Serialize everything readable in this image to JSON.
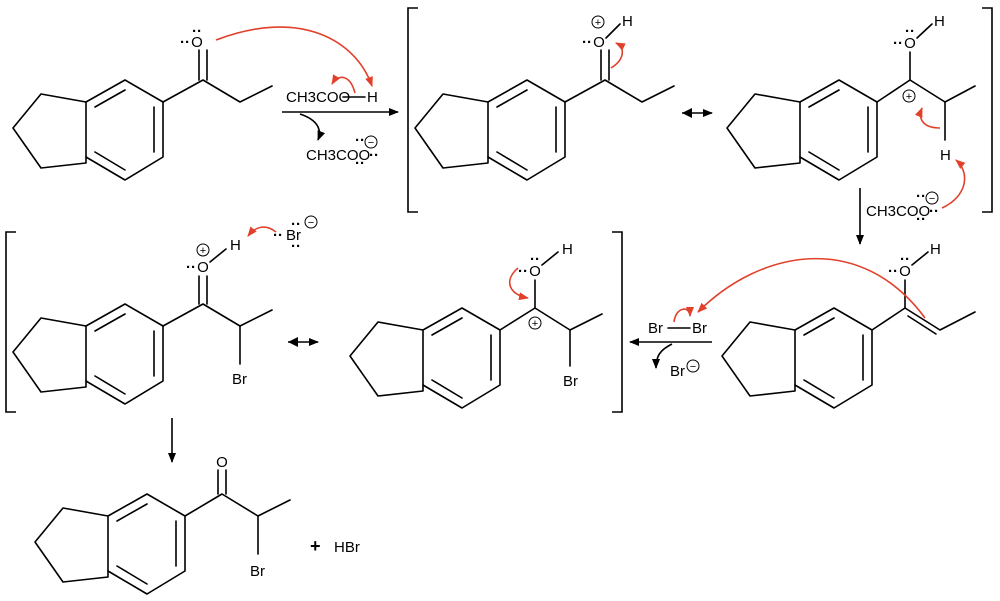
{
  "reagents": {
    "acetic_acid": "CH3COO",
    "acetate": "CH3COO",
    "acetate_2": "CH3COO",
    "h_acid": "H",
    "bromine_left": "Br",
    "bromine_right": "Br",
    "bromide": "Br",
    "bromide_2": "Br"
  },
  "atoms": {
    "oxygen": "O",
    "hydrogen": "H",
    "bromine": "Br",
    "lone_pair": "··",
    "plus": "+",
    "minus": "−"
  },
  "product": {
    "plus": "+",
    "byproduct": "HBr"
  },
  "colors": {
    "electron_arrow": "#e1402a",
    "ink": "#000000"
  }
}
